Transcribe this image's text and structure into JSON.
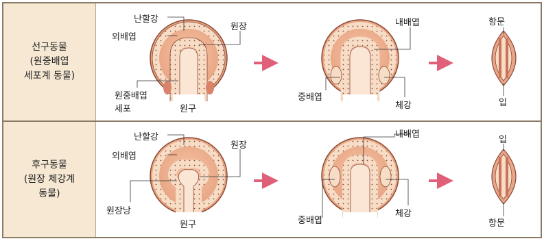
{
  "rows": [
    {
      "label_lines": [
        "선구동물",
        "(원중배엽",
        "세포계 동물)"
      ],
      "labels": {
        "cavity": "난할강",
        "ectoderm": "외배엽",
        "archenteron": "원장",
        "mesoderm_cell_line1": "원중배엽",
        "mesoderm_cell_line2": "세포",
        "blastopore": "원구",
        "endoderm": "내배엽",
        "mesoderm": "중배엽",
        "coelom": "체강",
        "adult_top": "항문",
        "adult_bottom": "입"
      }
    },
    {
      "label_lines": [
        "후구동물",
        "(원장 체강계",
        "동물)"
      ],
      "labels": {
        "cavity": "난할강",
        "ectoderm": "외배엽",
        "archenteron": "원장",
        "pouch": "원장낭",
        "blastopore": "원구",
        "endoderm": "내배엽",
        "mesoderm": "중배엽",
        "coelom": "체강",
        "adult_top": "입",
        "adult_bottom": "항문"
      }
    }
  ],
  "colors": {
    "outer": "#e9b08f",
    "cell_band": "#f7dcc6",
    "cavity": "#f6c7ab",
    "lumen": "#fbe6d6",
    "line": "#8a4a35",
    "arrow": "#e0607a",
    "label_bg": "#f6e8d3"
  }
}
